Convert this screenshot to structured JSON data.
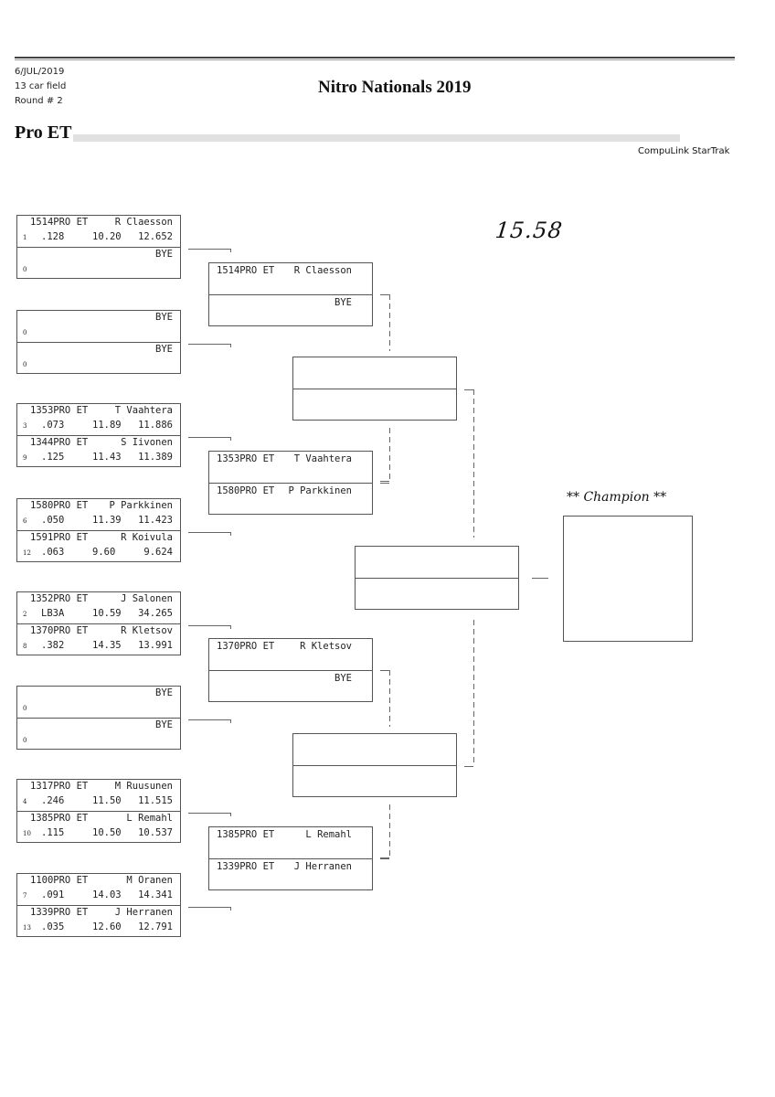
{
  "header": {
    "date": "6/JUL/2019",
    "field": "13 car field",
    "round": "Round # 2",
    "event_title": "Nitro Nationals 2019",
    "class_title": "Pro ET",
    "brand": "CompuLink StarTrak",
    "handwritten_note": "15.58"
  },
  "round1": [
    {
      "top": {
        "dial": "1514PRO ET",
        "name": "R Claesson",
        "lane": "1",
        "rt": ".128",
        "dial_in": "10.20",
        "et": "12.652"
      },
      "bottom": {
        "dial": "",
        "name": "BYE",
        "lane": "0",
        "rt": "",
        "dial_in": "",
        "et": ""
      }
    },
    {
      "top": {
        "dial": "",
        "name": "BYE",
        "lane": "0",
        "rt": "",
        "dial_in": "",
        "et": ""
      },
      "bottom": {
        "dial": "",
        "name": "BYE",
        "lane": "0",
        "rt": "",
        "dial_in": "",
        "et": ""
      }
    },
    {
      "top": {
        "dial": "1353PRO ET",
        "name": "T Vaahtera",
        "lane": "3",
        "rt": ".073",
        "dial_in": "11.89",
        "et": "11.886"
      },
      "bottom": {
        "dial": "1344PRO ET",
        "name": "S Iivonen",
        "lane": "9",
        "rt": ".125",
        "dial_in": "11.43",
        "et": "11.389"
      }
    },
    {
      "top": {
        "dial": "1580PRO ET",
        "name": "P Parkkinen",
        "lane": "6",
        "rt": ".050",
        "dial_in": "11.39",
        "et": "11.423"
      },
      "bottom": {
        "dial": "1591PRO ET",
        "name": "R Koivula",
        "lane": "12",
        "rt": ".063",
        "dial_in": "9.60",
        "et": "9.624"
      }
    },
    {
      "top": {
        "dial": "1352PRO ET",
        "name": "J Salonen",
        "lane": "2",
        "rt": "LB3A",
        "dial_in": "10.59",
        "et": "34.265"
      },
      "bottom": {
        "dial": "1370PRO ET",
        "name": "R Kletsov",
        "lane": "8",
        "rt": ".382",
        "dial_in": "14.35",
        "et": "13.991"
      }
    },
    {
      "top": {
        "dial": "",
        "name": "BYE",
        "lane": "0",
        "rt": "",
        "dial_in": "",
        "et": ""
      },
      "bottom": {
        "dial": "",
        "name": "BYE",
        "lane": "0",
        "rt": "",
        "dial_in": "",
        "et": ""
      }
    },
    {
      "top": {
        "dial": "1317PRO ET",
        "name": "M Ruusunen",
        "lane": "4",
        "rt": ".246",
        "dial_in": "11.50",
        "et": "11.515"
      },
      "bottom": {
        "dial": "1385PRO ET",
        "name": "L Remahl",
        "lane": "10",
        "rt": ".115",
        "dial_in": "10.50",
        "et": "10.537"
      }
    },
    {
      "top": {
        "dial": "1100PRO ET",
        "name": "M Oranen",
        "lane": "7",
        "rt": ".091",
        "dial_in": "14.03",
        "et": "14.341"
      },
      "bottom": {
        "dial": "1339PRO ET",
        "name": "J Herranen",
        "lane": "13",
        "rt": ".035",
        "dial_in": "12.60",
        "et": "12.791"
      }
    }
  ],
  "round2": [
    {
      "top": {
        "dial": "1514PRO ET",
        "name": "R Claesson"
      },
      "bottom": {
        "dial": "",
        "name": "BYE"
      }
    },
    {
      "top": {
        "dial": "1353PRO ET",
        "name": "T Vaahtera"
      },
      "bottom": {
        "dial": "1580PRO ET",
        "name": "P Parkkinen"
      }
    },
    {
      "top": {
        "dial": "1370PRO ET",
        "name": "R Kletsov"
      },
      "bottom": {
        "dial": "",
        "name": "BYE"
      }
    },
    {
      "top": {
        "dial": "1385PRO ET",
        "name": "L Remahl"
      },
      "bottom": {
        "dial": "1339PRO ET",
        "name": "J Herranen"
      }
    }
  ],
  "round3": [
    {
      "top": {
        "dial": "",
        "name": ""
      },
      "bottom": {
        "dial": "",
        "name": ""
      }
    },
    {
      "top": {
        "dial": "",
        "name": ""
      },
      "bottom": {
        "dial": "",
        "name": ""
      }
    }
  ],
  "final": {
    "top": {
      "dial": "",
      "name": ""
    },
    "bottom": {
      "dial": "",
      "name": ""
    }
  },
  "champion": {
    "label": "** Champion **",
    "name": ""
  }
}
